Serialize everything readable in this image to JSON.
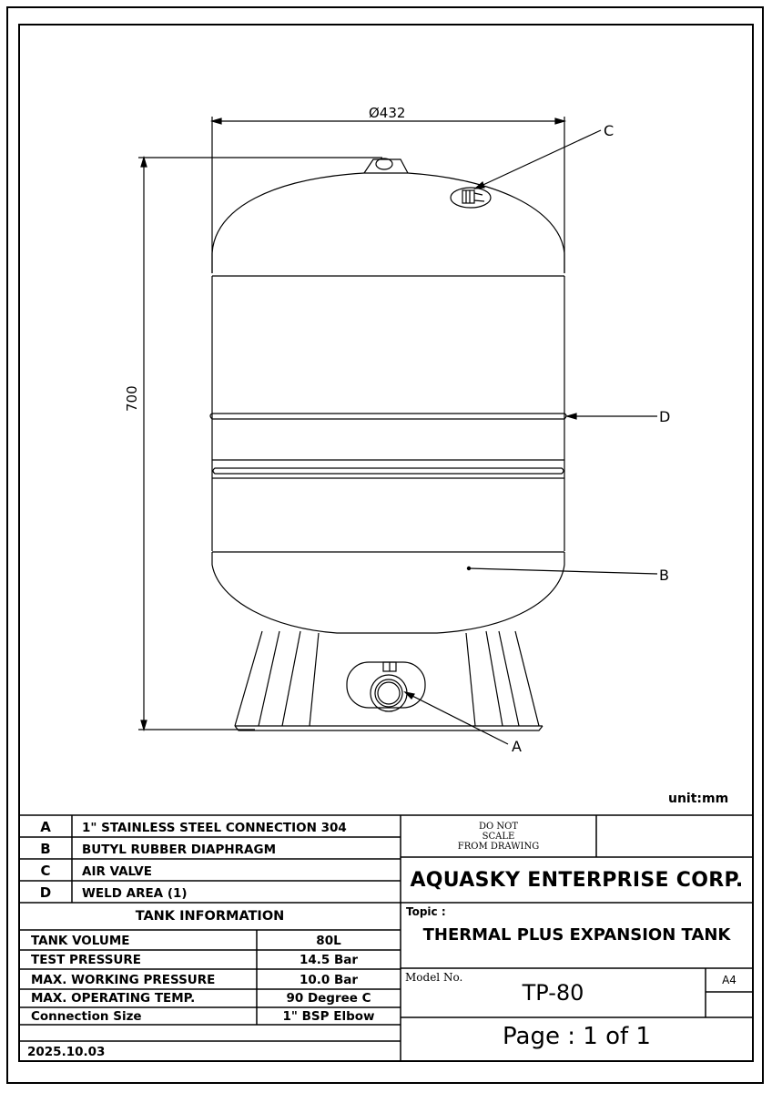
{
  "drawing": {
    "diameter_label": "Ø432",
    "height_label": "700",
    "unit_label": "unit:mm",
    "callouts": [
      {
        "letter": "A"
      },
      {
        "letter": "B"
      },
      {
        "letter": "C"
      },
      {
        "letter": "D"
      }
    ]
  },
  "parts": [
    {
      "letter": "A",
      "description": "1\" STAINLESS STEEL CONNECTION 304"
    },
    {
      "letter": "B",
      "description": "BUTYL RUBBER  DIAPHRAGM"
    },
    {
      "letter": "C",
      "description": "AIR  VALVE"
    },
    {
      "letter": "D",
      "description": "WELD  AREA (1)"
    }
  ],
  "tank_info": {
    "heading": "TANK INFORMATION",
    "rows": [
      {
        "label": "TANK  VOLUME",
        "value": "80L"
      },
      {
        "label": "TEST  PRESSURE",
        "value": "14.5 Bar"
      },
      {
        "label": "MAX.  WORKING  PRESSURE",
        "value": "10.0 Bar"
      },
      {
        "label": "MAX.  OPERATING  TEMP.",
        "value": "90 Degree C"
      },
      {
        "label": "Connection  Size",
        "value": "1\" BSP Elbow"
      }
    ]
  },
  "date": "2025.10.03",
  "title_block": {
    "note_line1": "DO NOT",
    "note_line2": "SCALE",
    "note_line3": "FROM DRAWING",
    "company": "AQUASKY ENTERPRISE CORP.",
    "topic_label": "Topic :",
    "topic": "THERMAL PLUS EXPANSION TANK",
    "model_label": "Model  No.",
    "model": "TP-80",
    "paper_size": "A4",
    "page": "Page : 1 of 1"
  }
}
